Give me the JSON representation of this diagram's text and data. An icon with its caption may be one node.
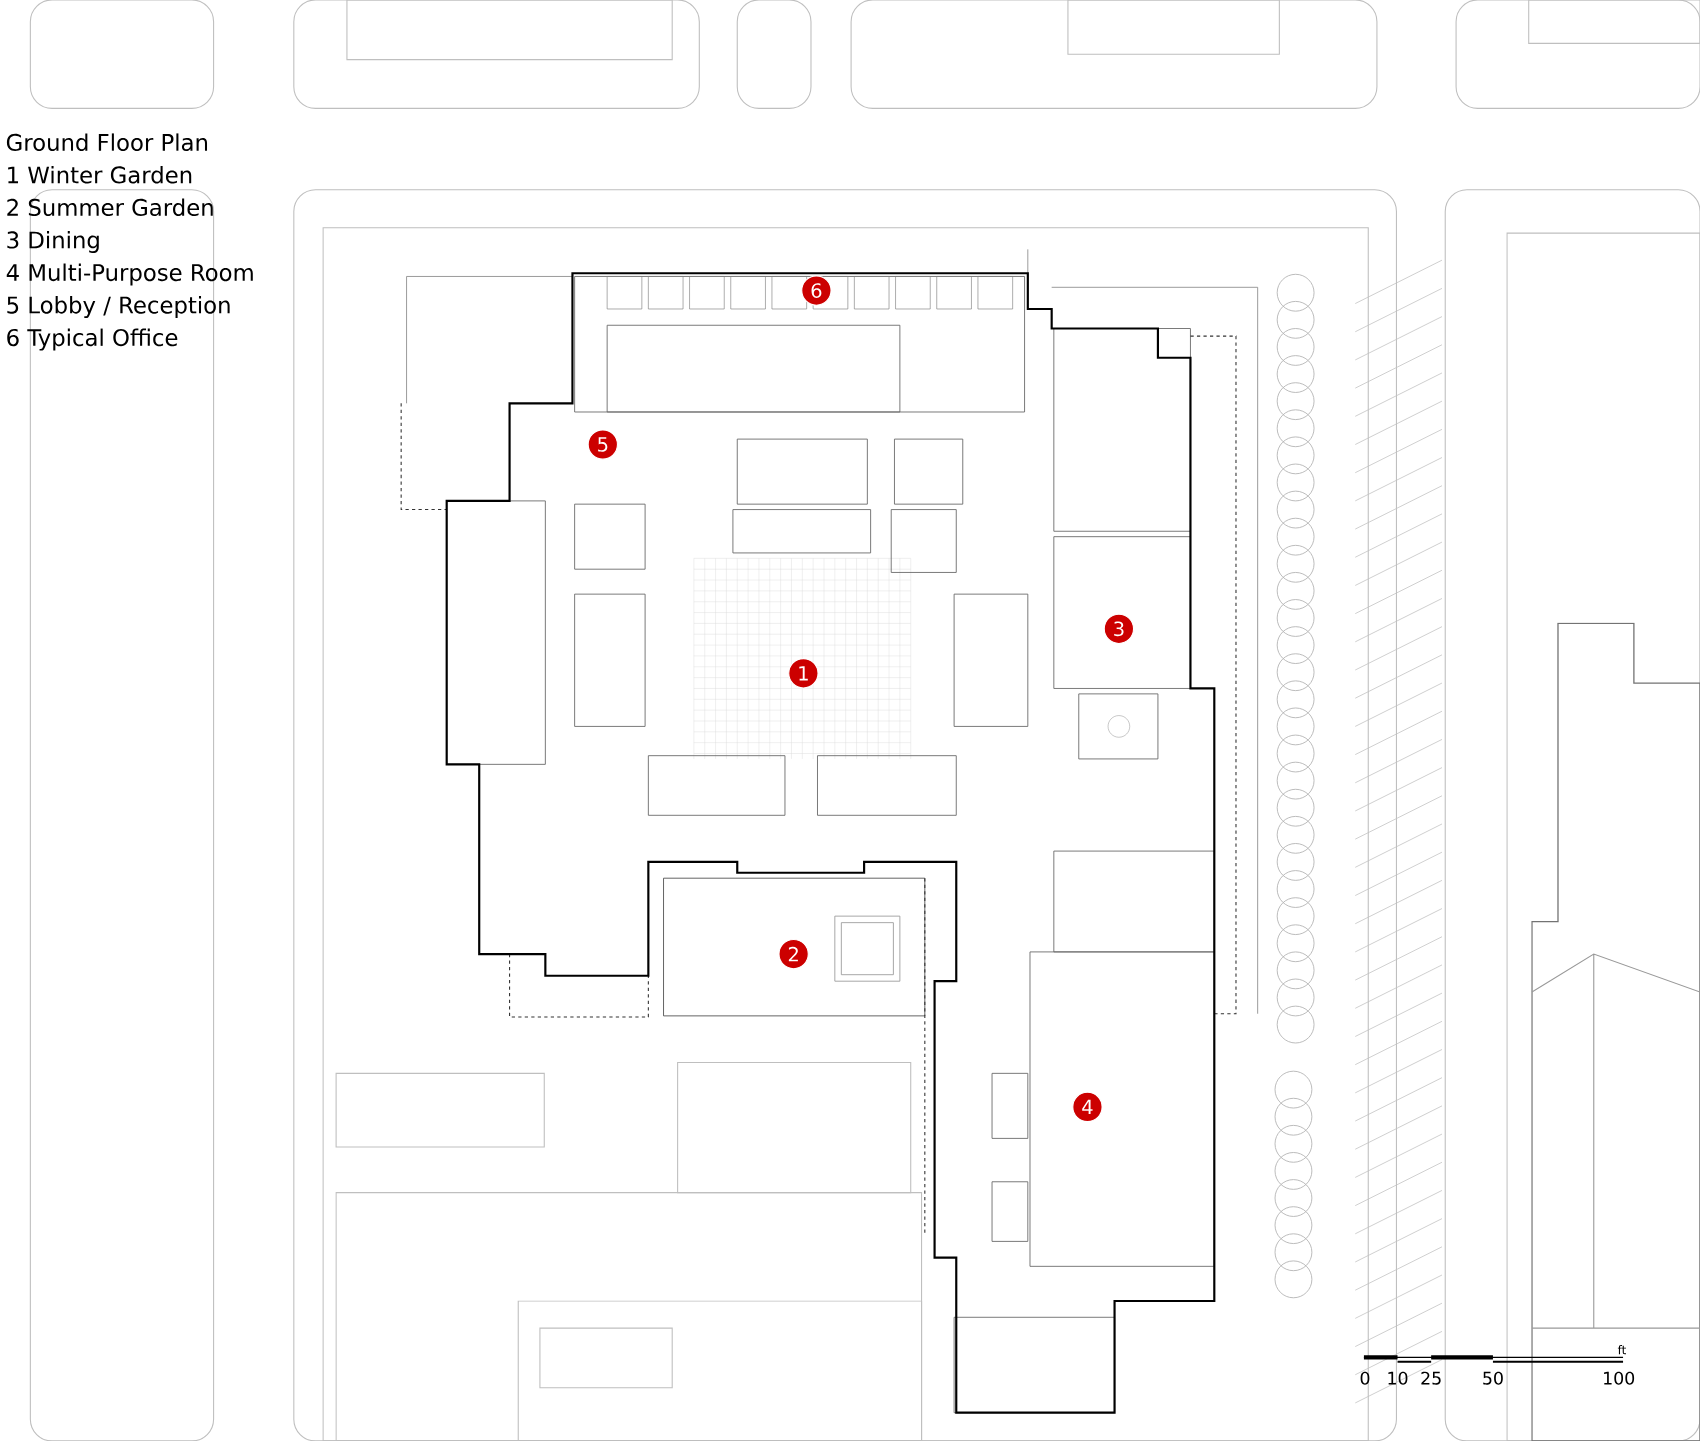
{
  "diagram": {
    "title": "Ground Floor Plan",
    "nodes": [
      {
        "text": [
          "1"
        ]
      },
      {
        "text": [
          "2"
        ]
      },
      {
        "text": [
          "3"
        ]
      },
      {
        "text": [
          "4"
        ]
      },
      {
        "text": [
          "5"
        ]
      },
      {
        "text": [
          "6"
        ]
      }
    ],
    "labels": [
      "1 Winter Garden",
      "2 Summer Garden",
      "3 Dining",
      "4 Multi-Purpose Room",
      "5 Lobby / Reception",
      "6 Typical Office",
      "ft",
      "0",
      "10",
      "25",
      "50",
      "100"
    ]
  }
}
